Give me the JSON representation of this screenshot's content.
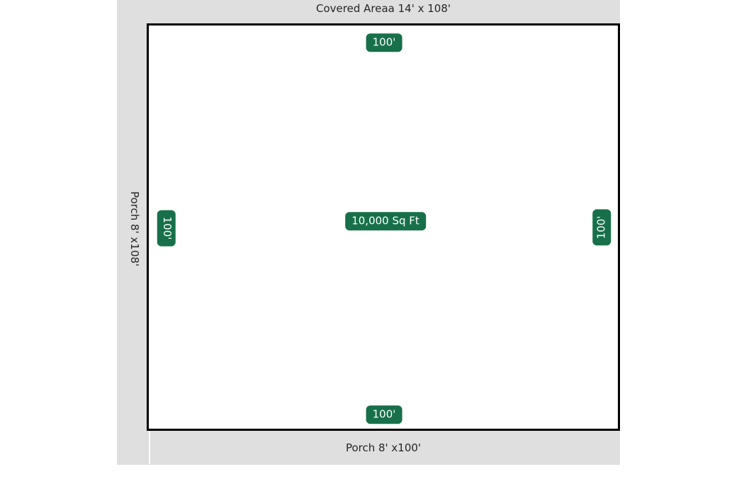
{
  "figure": {
    "title": "Covered Areaa 14' x 108'",
    "ylabel": "Porch 8' x108'",
    "xlabel": "Porch 8' x100'"
  },
  "plot": {
    "area_label": "10,000 Sq Ft",
    "dimensions": {
      "top": "100'",
      "bottom": "100'",
      "left": "100'",
      "right": "100'"
    }
  },
  "colors": {
    "badge_green": "#17704a",
    "badge_text": "#ffffff",
    "figure_background": "#dfdfdf",
    "plot_border": "#000000",
    "label_text": "#262626",
    "plot_background": "#ffffff"
  }
}
